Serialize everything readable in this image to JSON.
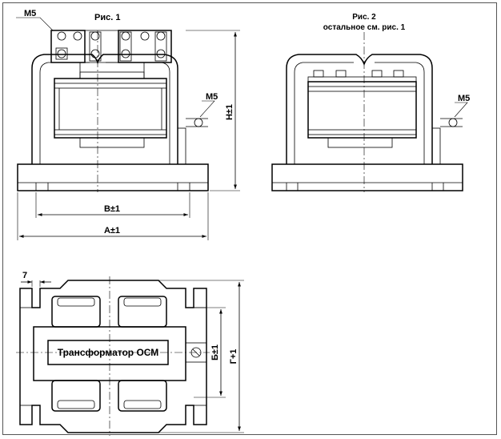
{
  "fig1": {
    "caption": "Рис. 1",
    "bolt_label": "M5",
    "side_bolt_label": "M5",
    "dim_height": "H±1",
    "dim_b": "B±1",
    "dim_a": "A±1"
  },
  "fig2": {
    "caption_line1": "Рис. 2",
    "caption_line2": "остальное см. рис. 1",
    "side_bolt_label": "M5"
  },
  "plan": {
    "dim_7": "7",
    "nameplate": "Трансформатор ОСМ",
    "dim_b_small": "Б±1",
    "dim_g": "Г+1"
  }
}
